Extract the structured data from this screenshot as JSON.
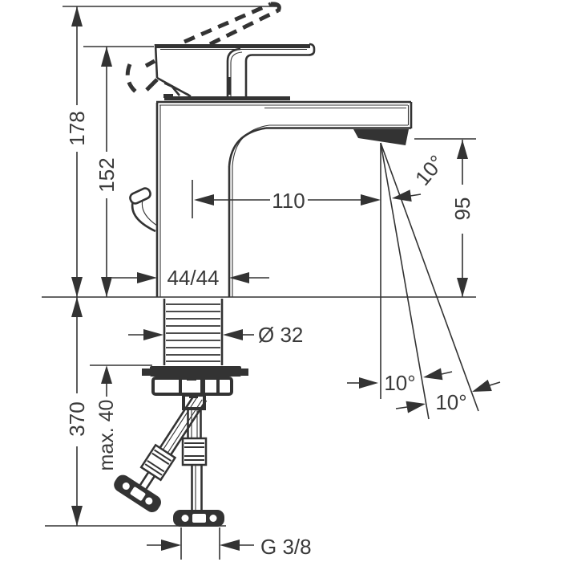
{
  "colors": {
    "line": "#333333",
    "background": "#ffffff"
  },
  "dimensions": {
    "total_height": "178",
    "spout_height": "152",
    "spout_reach": "110",
    "outlet_height": "95",
    "outlet_angle": "10°",
    "base_size": "44/44",
    "shank_diameter": "Ø 32",
    "hose_length": "370",
    "max_mounting_depth": "max. 40",
    "stream_angle_left": "10°",
    "stream_angle_right": "10°",
    "connection_thread": "G 3/8"
  }
}
